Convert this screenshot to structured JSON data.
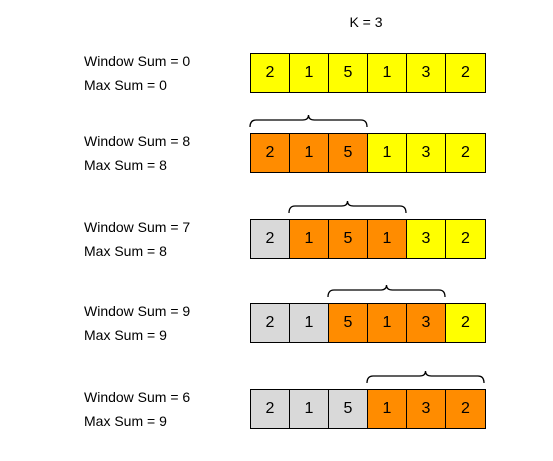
{
  "k_label": "K = 3",
  "colors": {
    "unvisited": "#ffff00",
    "window": "#ff8c00",
    "passed": "#d9d9d9"
  },
  "steps": [
    {
      "window_sum": "Window Sum = 0",
      "max_sum": "Max Sum = 0",
      "cells": [
        {
          "value": "2",
          "state": "unvisited"
        },
        {
          "value": "1",
          "state": "unvisited"
        },
        {
          "value": "5",
          "state": "unvisited"
        },
        {
          "value": "1",
          "state": "unvisited"
        },
        {
          "value": "3",
          "state": "unvisited"
        },
        {
          "value": "2",
          "state": "unvisited"
        }
      ],
      "window_start": null
    },
    {
      "window_sum": "Window Sum = 8",
      "max_sum": "Max Sum = 8",
      "cells": [
        {
          "value": "2",
          "state": "window"
        },
        {
          "value": "1",
          "state": "window"
        },
        {
          "value": "5",
          "state": "window"
        },
        {
          "value": "1",
          "state": "unvisited"
        },
        {
          "value": "3",
          "state": "unvisited"
        },
        {
          "value": "2",
          "state": "unvisited"
        }
      ],
      "window_start": 0
    },
    {
      "window_sum": "Window Sum = 7",
      "max_sum": "Max Sum = 8",
      "cells": [
        {
          "value": "2",
          "state": "passed"
        },
        {
          "value": "1",
          "state": "window"
        },
        {
          "value": "5",
          "state": "window"
        },
        {
          "value": "1",
          "state": "window"
        },
        {
          "value": "3",
          "state": "unvisited"
        },
        {
          "value": "2",
          "state": "unvisited"
        }
      ],
      "window_start": 1
    },
    {
      "window_sum": "Window Sum = 9",
      "max_sum": "Max Sum = 9",
      "cells": [
        {
          "value": "2",
          "state": "passed"
        },
        {
          "value": "1",
          "state": "passed"
        },
        {
          "value": "5",
          "state": "window"
        },
        {
          "value": "1",
          "state": "window"
        },
        {
          "value": "3",
          "state": "window"
        },
        {
          "value": "2",
          "state": "unvisited"
        }
      ],
      "window_start": 2
    },
    {
      "window_sum": "Window Sum = 6",
      "max_sum": "Max Sum = 9",
      "cells": [
        {
          "value": "2",
          "state": "passed"
        },
        {
          "value": "1",
          "state": "passed"
        },
        {
          "value": "5",
          "state": "passed"
        },
        {
          "value": "1",
          "state": "window"
        },
        {
          "value": "3",
          "state": "window"
        },
        {
          "value": "2",
          "state": "window"
        }
      ],
      "window_start": 3
    }
  ]
}
